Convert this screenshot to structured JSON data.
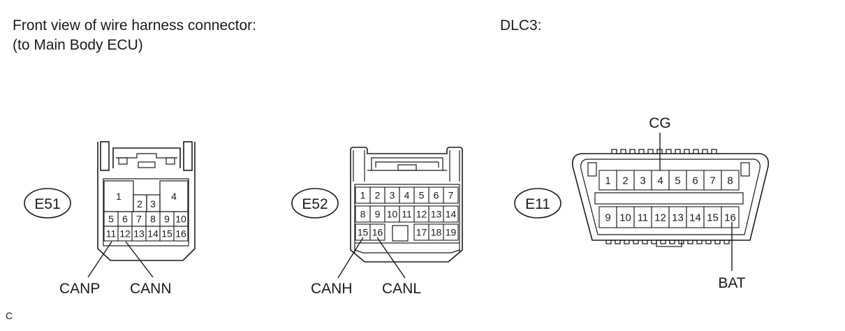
{
  "header": {
    "left_title_line1": "Front view of wire harness connector:",
    "left_title_line2": "(to Main Body ECU)",
    "right_title": "DLC3:"
  },
  "corner_mark": "C",
  "connectors": {
    "e51": {
      "tag": "E51",
      "pins_big": [
        "1",
        "4"
      ],
      "pins_small": [
        "2",
        "3"
      ],
      "row2": [
        "5",
        "6",
        "7",
        "8",
        "9",
        "10"
      ],
      "row3": [
        "11",
        "12",
        "13",
        "14",
        "15",
        "16"
      ],
      "callouts": [
        "CANP",
        "CANN"
      ]
    },
    "e52": {
      "tag": "E52",
      "row1": [
        "1",
        "2",
        "3",
        "4",
        "5",
        "6",
        "7"
      ],
      "row2": [
        "8",
        "9",
        "10",
        "11",
        "12",
        "13",
        "14"
      ],
      "row3": [
        "15",
        "16",
        "",
        "",
        "17",
        "18",
        "19"
      ],
      "callouts": [
        "CANH",
        "CANL"
      ]
    },
    "e11": {
      "tag": "E11",
      "row1": [
        "1",
        "2",
        "3",
        "4",
        "5",
        "6",
        "7",
        "8"
      ],
      "row2": [
        "9",
        "10",
        "11",
        "12",
        "13",
        "14",
        "15",
        "16"
      ],
      "callout_top": "CG",
      "callout_bottom": "BAT"
    }
  }
}
